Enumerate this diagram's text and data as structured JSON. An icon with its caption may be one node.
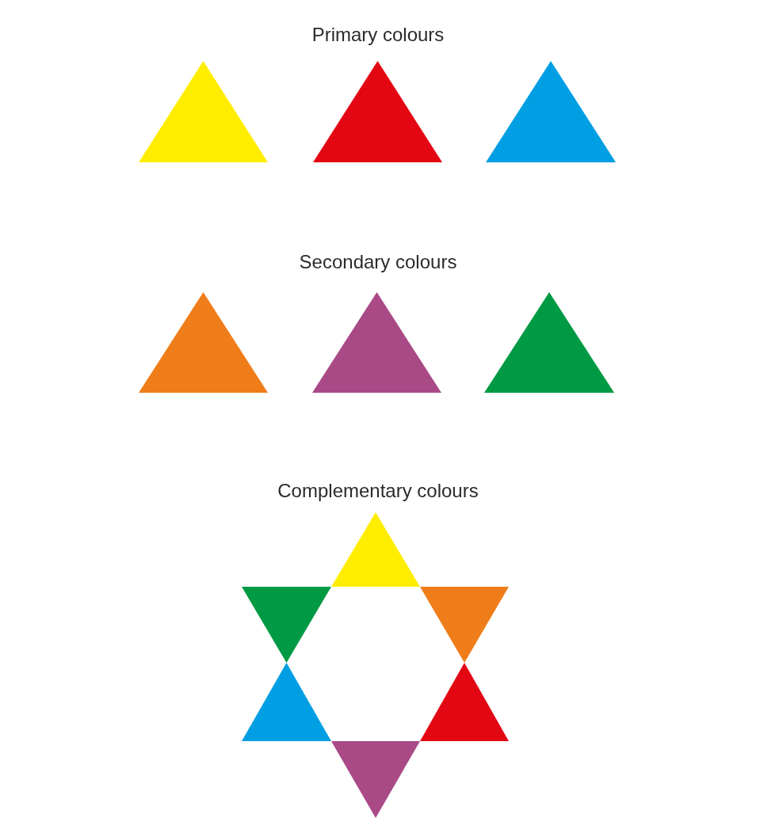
{
  "diagram": {
    "nodes": [
      {
        "text": [],
        "shape": "triangle"
      },
      {
        "text": [],
        "shape": "triangle"
      },
      {
        "text": [],
        "shape": "triangle"
      },
      {
        "text": [],
        "shape": "triangle"
      },
      {
        "text": [],
        "shape": "triangle"
      },
      {
        "text": [],
        "shape": "triangle"
      },
      {
        "text": [],
        "shape": "triangle"
      },
      {
        "text": [],
        "shape": "triangle"
      },
      {
        "text": [],
        "shape": "triangle"
      },
      {
        "text": [],
        "shape": "triangle"
      },
      {
        "text": [],
        "shape": "triangle"
      },
      {
        "text": [],
        "shape": "triangle"
      }
    ],
    "labels": [
      "Primary colours",
      "Secondary colours",
      "Complementary colours"
    ]
  }
}
